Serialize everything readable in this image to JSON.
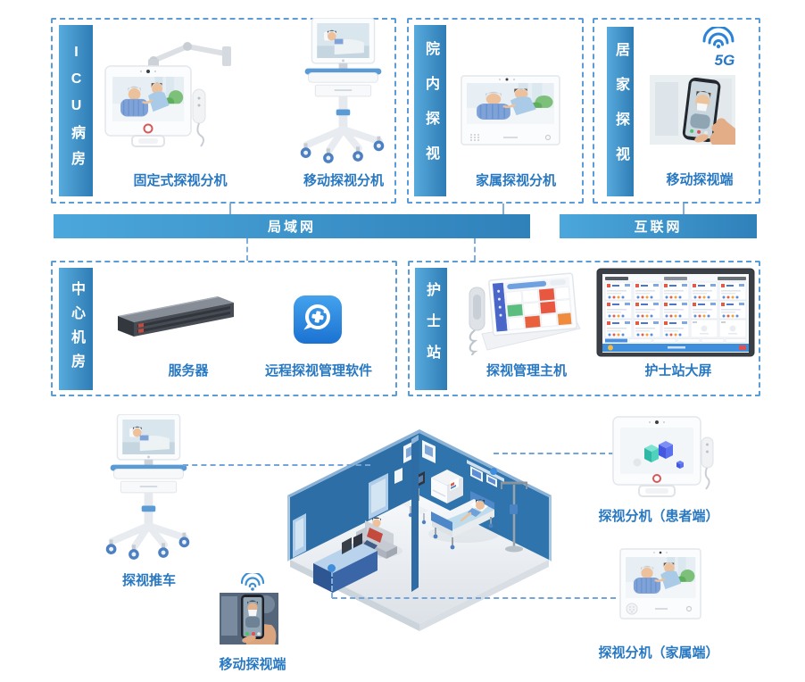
{
  "groups": {
    "icu_ward": {
      "label": "ICU病房",
      "fixed_ext": "固定式探视分机",
      "mobile_ext": "移动探视分机"
    },
    "in_hospital": {
      "label": "院内探视",
      "family_ext": "家属探视分机"
    },
    "home": {
      "label": "居家探视",
      "badge_5g": "5G",
      "mobile_client": "移动探视端"
    },
    "server_room": {
      "label": "中心机房",
      "server": "服务器",
      "software": "远程探视管理软件"
    },
    "nurse_station": {
      "label": "护士站",
      "host": "探视管理主机",
      "big_screen": "护士站大屏"
    }
  },
  "networks": {
    "lan": "局域网",
    "internet": "互联网"
  },
  "scene": {
    "cart": "探视推车",
    "mobile_client": "移动探视端",
    "patient_ext": "探视分机（患者端）",
    "family_ext": "探视分机（家属端）"
  },
  "colors": {
    "dashed_border": "#5B9CD6",
    "bar_gradient_start": "#58ABDD",
    "bar_gradient_end": "#2E7CB5",
    "label_text": "#2878C2",
    "app_icon_blue": "#2B87E0",
    "room_wall_blue": "#2E6EA6",
    "connector_dot": "#3E8EDC",
    "tile_red": "#E85840",
    "tile_green": "#5CBE7E",
    "tile_orange": "#F08A3C"
  },
  "icons": {
    "wifi_5g": "wifi-arcs-with-5g",
    "wifi": "wifi-arcs",
    "app_plus": "medical-plus-bubble"
  }
}
